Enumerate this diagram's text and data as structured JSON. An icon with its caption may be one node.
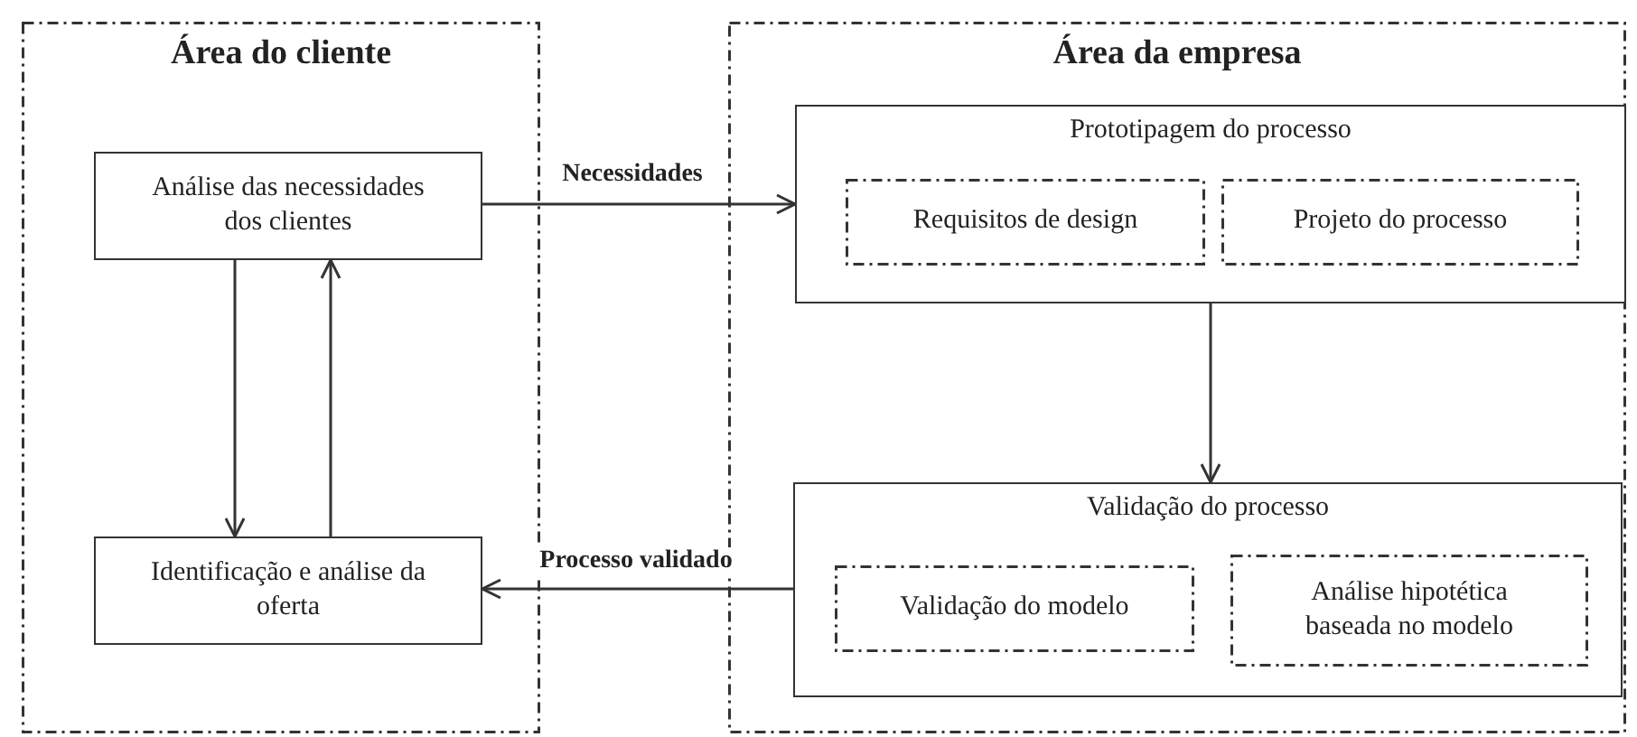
{
  "diagram": {
    "nodes": [
      {
        "text": [
          "Área do cliente"
        ]
      },
      {
        "text": [
          "Análise das necessidades dos clientes"
        ],
        "in": 0
      },
      {
        "text": [
          "Identificação e análise da oferta"
        ],
        "in": 0
      },
      {
        "text": [
          "Área da empresa"
        ]
      },
      {
        "text": [
          "Prototipagem do processo"
        ],
        "in": 3
      },
      {
        "text": [
          "Requisitos de design"
        ],
        "in": 4
      },
      {
        "text": [
          "Projeto do processo"
        ],
        "in": 4
      },
      {
        "text": [
          "Validação do processo"
        ],
        "in": 3
      },
      {
        "text": [
          "Validação do modelo"
        ],
        "in": 7
      },
      {
        "text": [
          "Análise hipotética baseada no modelo"
        ],
        "in": 7
      }
    ],
    "edges": [
      {
        "from": 1,
        "to": 4,
        "arrow": "to",
        "label": "Necessidades"
      },
      {
        "from": 1,
        "to": 2,
        "arrow": "to"
      },
      {
        "from": 2,
        "to": 1,
        "arrow": "to"
      },
      {
        "from": 4,
        "to": 7,
        "arrow": "to"
      },
      {
        "from": 7,
        "to": 2,
        "arrow": "to",
        "label": "Processo validado"
      }
    ]
  }
}
